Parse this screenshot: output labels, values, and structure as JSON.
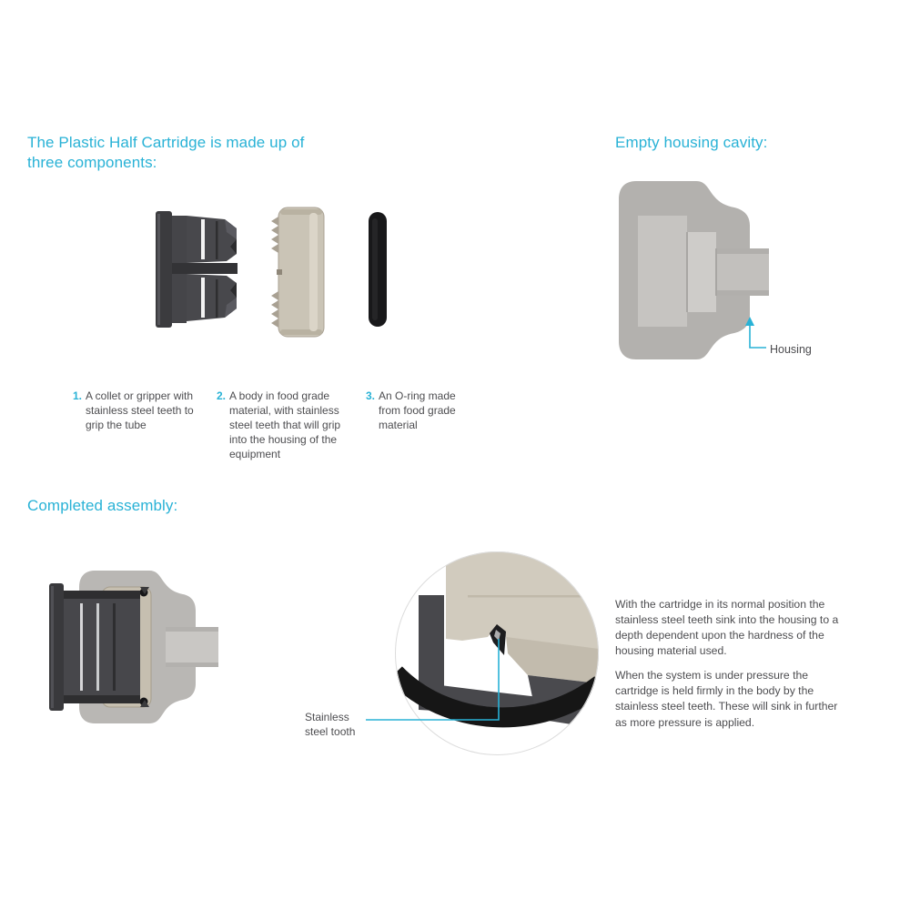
{
  "colors": {
    "accent": "#29b2d6",
    "text": "#4d4d50",
    "dark_part": "#47474b",
    "beige_part": "#c9c3b5",
    "housing_gray": "#b3b1ae",
    "oring_black": "#18181a"
  },
  "components": {
    "heading": "The Plastic Half Cartridge is made up of three components:",
    "items": [
      {
        "num": "1.",
        "text": "A collet or gripper with stainless steel teeth to grip the tube"
      },
      {
        "num": "2.",
        "text": "A body in food grade material, with stainless steel teeth that will grip into the housing of the equipment"
      },
      {
        "num": "3.",
        "text": "An O-ring made from food grade material"
      }
    ]
  },
  "housing": {
    "heading": "Empty housing cavity:",
    "label": "Housing"
  },
  "assembly": {
    "heading": "Completed assembly:",
    "tooth_label": "Stainless steel tooth",
    "paragraphs": [
      "With the cartridge in its normal position the stainless steel teeth sink into the housing to a depth dependent upon the hardness of the housing material used.",
      "When the system is under pressure the cartridge is held firmly in the body by the stainless steel teeth. These will sink in further as more pressure is applied."
    ]
  }
}
